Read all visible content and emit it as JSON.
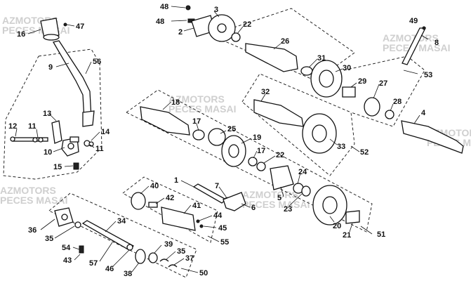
{
  "watermark": {
    "line1": "AZMOTORS",
    "line2": "PECES MASAI"
  },
  "parts": {
    "p1": "1",
    "p2": "2",
    "p3": "3",
    "p4": "4",
    "p5": "5",
    "p6": "6",
    "p7": "7",
    "p8": "8",
    "p9": "9",
    "p10": "10",
    "p11a": "11",
    "p11b": "11",
    "p12": "12",
    "p13": "13",
    "p14": "14",
    "p15": "15",
    "p16": "16",
    "p17a": "17",
    "p17b": "17",
    "p18": "18",
    "p19": "19",
    "p20": "20",
    "p21": "21",
    "p22a": "22",
    "p22b": "22",
    "p23": "23",
    "p24": "24",
    "p25": "25",
    "p26": "26",
    "p27": "27",
    "p28": "28",
    "p29": "29",
    "p30": "30",
    "p31": "31",
    "p32": "32",
    "p33": "33",
    "p34": "34",
    "p35a": "35",
    "p35b": "35",
    "p36": "36",
    "p37": "37",
    "p38": "38",
    "p39": "39",
    "p40": "40",
    "p41": "41",
    "p42": "42",
    "p43": "43",
    "p44": "44",
    "p45": "45",
    "p46": "46",
    "p47": "47",
    "p48a": "48",
    "p48b": "48",
    "p49": "49",
    "p50": "50",
    "p51": "51",
    "p52": "52",
    "p53": "53",
    "p54": "54",
    "p55": "55",
    "p56": "56",
    "p57": "57"
  }
}
